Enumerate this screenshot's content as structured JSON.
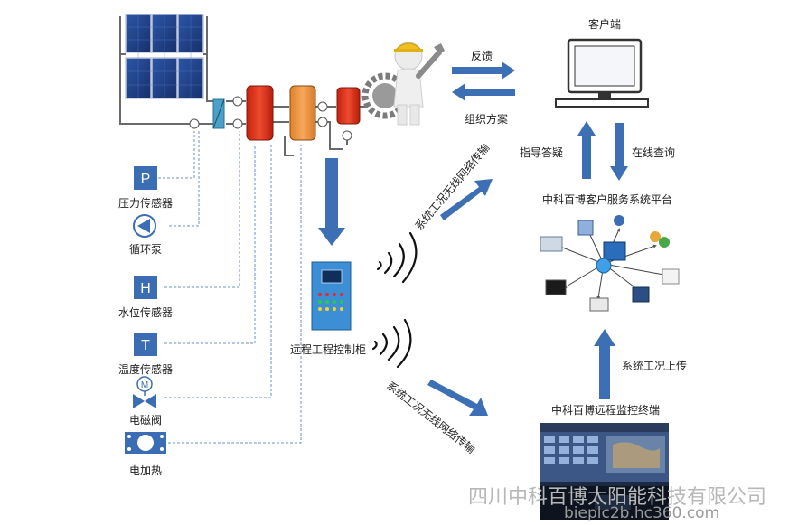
{
  "diagram": {
    "client_label": "客户端",
    "feedback_label": "反馈",
    "organize_label": "组织方案",
    "guide_label": "指导答疑",
    "online_query_label": "在线查询",
    "platform_label": "中科百博客户服务系统平台",
    "wireless_label_upper": "系统工况无线网络传输",
    "wireless_label_lower": "系统工况无线网络传输",
    "controller_label": "远程工程控制柜",
    "upload_label": "系统工况上传",
    "monitor_label": "中科百博远程监控终端"
  },
  "legend": [
    {
      "symbol": "P",
      "label": "压力传感器"
    },
    {
      "symbol": "pump",
      "label": "循环泵"
    },
    {
      "symbol": "H",
      "label": "水位传感器"
    },
    {
      "symbol": "T",
      "label": "温度传感器"
    },
    {
      "symbol": "M",
      "label": "电磁阀"
    },
    {
      "symbol": "heater",
      "label": "电加热"
    }
  ],
  "watermark": {
    "company": "四川中科百博太阳能科技有限公司",
    "url": "bieplc2b.hc360.com"
  },
  "colors": {
    "arrow_blue": "#3d6fb5",
    "legend_blue": "#3a6db3",
    "tank_red": "#e03a22",
    "tank_orange": "#f07a2a",
    "tank_light": "#f29a4a",
    "dashed_line": "#6d8fc9"
  }
}
